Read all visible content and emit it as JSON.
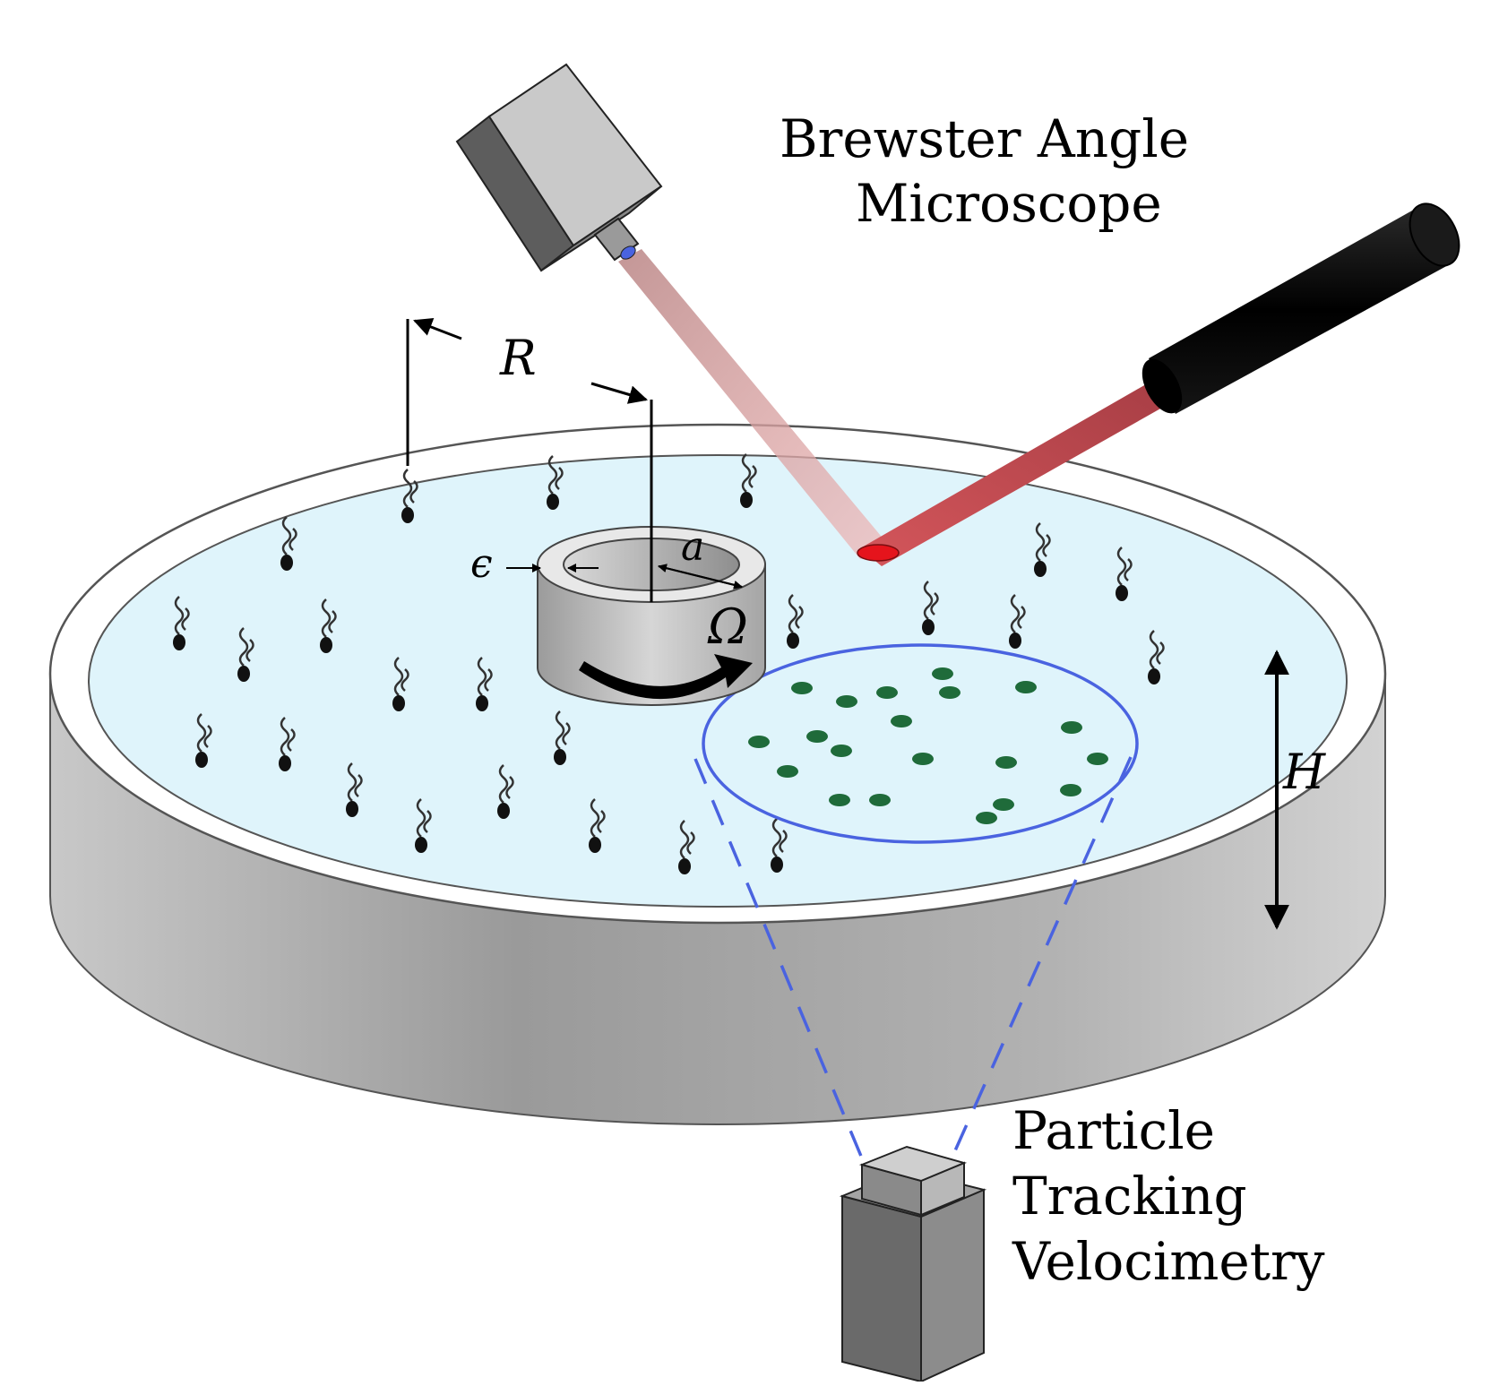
{
  "labels": {
    "bam_line1": "Brewster Angle",
    "bam_line2": "Microscope",
    "ptv_line1": "Particle",
    "ptv_line2": "Tracking",
    "ptv_line3": "Velocimetry"
  },
  "symbols": {
    "R": "R",
    "a": "a",
    "epsilon": "ϵ",
    "omega": "Ω",
    "H": "H"
  },
  "colors": {
    "water": "#dff4fb",
    "dish": "#b4b4b4",
    "rim": "#ffffff",
    "laser_beam": "#c0474d",
    "laser_spot": "#e5141c",
    "view_region": "#4a63e0",
    "tracer_particles": "#1f6b3a",
    "surfactant_molecules": "#111111",
    "camera": "#7d7d7d"
  },
  "icons": {
    "bam_camera": "camera-icon",
    "laser": "laser-icon",
    "ptv_camera": "camera-icon",
    "rotation": "rotation-arrow-icon"
  }
}
